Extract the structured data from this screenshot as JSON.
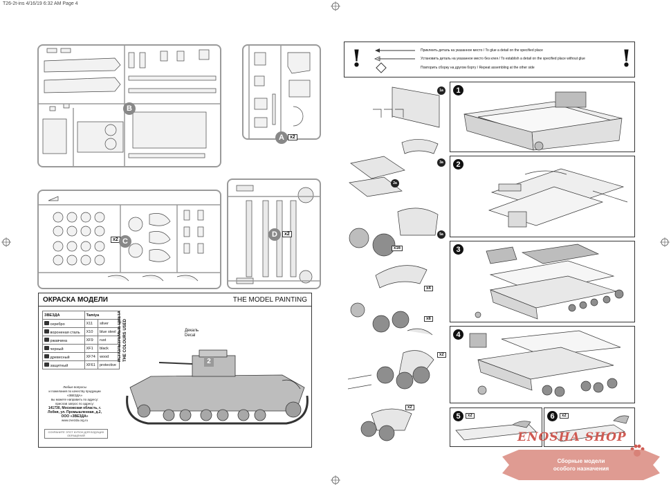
{
  "header": {
    "text": "T26-2t-ins  4/16/19  6:32 AM  Page 4"
  },
  "sprues": {
    "b": {
      "letter": "B"
    },
    "a": {
      "letter": "A",
      "count": "x2"
    },
    "c": {
      "letter": "C",
      "count": "x2"
    },
    "d": {
      "letter": "D",
      "count": "x2"
    }
  },
  "painting": {
    "title_ru": "ОКРАСКА МОДЕЛИ",
    "title_en": "THE MODEL PAINTING",
    "table_headers": {
      "zvezda": "ЗВЕЗДА",
      "tamiya": "Tamiya"
    },
    "colors": [
      {
        "ru": "серебро",
        "code": "X11",
        "en": "silver"
      },
      {
        "ru": "вороненая сталь",
        "code": "X10",
        "en": "blue steel"
      },
      {
        "ru": "ржавчина",
        "code": "XF9",
        "en": "rust"
      },
      {
        "ru": "черный",
        "code": "XF1",
        "en": "black"
      },
      {
        "ru": "древесный",
        "code": "XF74",
        "en": "wood"
      },
      {
        "ru": "защитный",
        "code": "XF61",
        "en": "protective"
      }
    ],
    "colors_used_ru": "ИСПОЛЬЗУЕМЫЕ ЦВЕТА",
    "colors_used_en": "THE COLOURS USED",
    "decal_ru": "Декаль",
    "decal_en": "Decal",
    "turret_number": "2",
    "address_lines": [
      "Любые вопросы",
      "и пожелания по качеству продукции «ЗВЕЗДА»",
      "вы можете направить по адресу:",
      "прислав запрос по адресу:"
    ],
    "address_main": "141730, Московская область, г. Лобня, ул. Промышленная, д.2, ООО «ЗВЕЗДА»",
    "website": "www.zvezda.org.ru",
    "coupon": "СОХРАНИТЕ ЭТОТ КУПОН ДЛЯ БУДУЩИХ ОБРАЩЕНИЙ"
  },
  "legend": {
    "glue": "Приклеить деталь на указанное место / To glue a detail on the specified place",
    "noglue": "Установить деталь на указанное место без клея / To establish a detail on the specified place without glue",
    "repeat": "Повторить сборку на другом борту / Repeat assembling at the other side"
  },
  "steps": [
    {
      "num": "1"
    },
    {
      "num": "2"
    },
    {
      "num": "3"
    },
    {
      "num": "4"
    },
    {
      "num": "5",
      "count": "x2"
    },
    {
      "num": "6",
      "count": "x2"
    }
  ],
  "subassemblies": {
    "x16": "x16",
    "x4": "x4",
    "x8": "x8",
    "x2a": "x2",
    "x2b": "x2"
  },
  "watermark": {
    "shop": "ENOSHA SHOP",
    "line1": "Сборные модели",
    "line2": "особого назначения"
  },
  "colors": {
    "sprue": "#9a9a9a",
    "tank": "#bdbdbd",
    "watermark": "#cf5a52"
  }
}
